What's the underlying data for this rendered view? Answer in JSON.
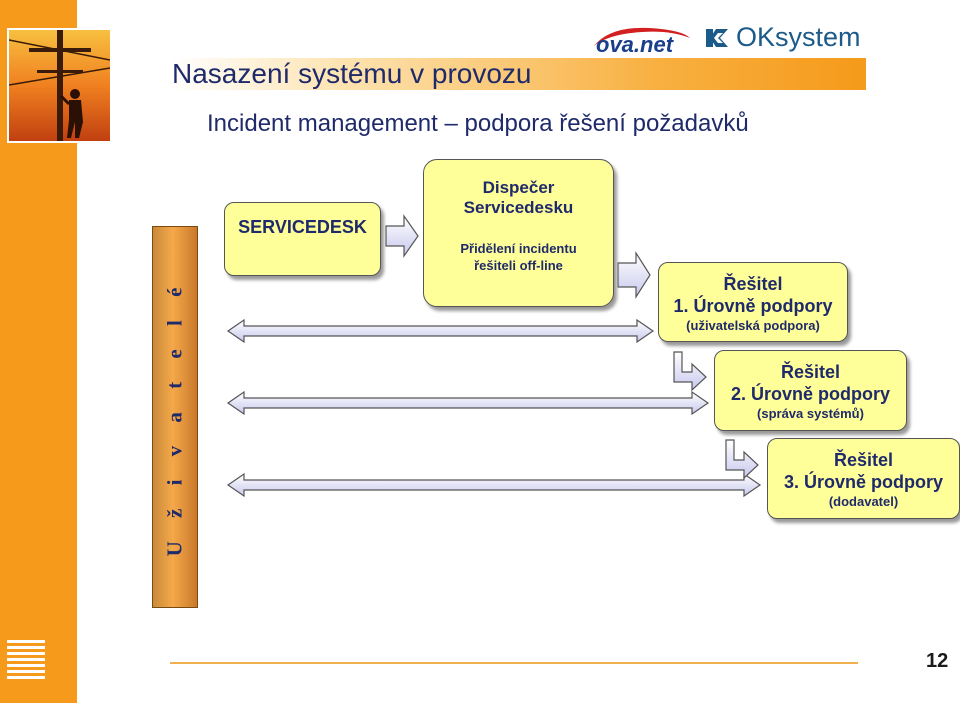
{
  "header": {
    "title": "Nasazení systému v provozu",
    "subtitle": "Incident management – podpora řešení požadavků",
    "logos": {
      "ovanet": "ova.net",
      "oksystem": "OKsystem"
    }
  },
  "side_label": "U ž i v a t e l é",
  "servicedesk": {
    "label": "SERVICEDESK"
  },
  "dispatcher": {
    "title_line1": "Dispečer",
    "title_line2": "Servicedesku",
    "sub_line1": "Přidělení incidentu",
    "sub_line2": "řešiteli off-line"
  },
  "levels": [
    {
      "title": "Řešitel",
      "level": "1. Úrovně podpory",
      "desc": "(uživatelská podpora)"
    },
    {
      "title": "Řešitel",
      "level": "2. Úrovně podpory",
      "desc": "(správa systémů)"
    },
    {
      "title": "Řešitel",
      "level": "3. Úrovně podpory",
      "desc": "(dodavatel)"
    }
  ],
  "footer": {
    "page_number": "12"
  },
  "colors": {
    "orange": "#f59a1a",
    "box_fill": "#ffff99",
    "text_navy": "#1f2a6a",
    "arrow_fill": "#e6e6f8"
  }
}
